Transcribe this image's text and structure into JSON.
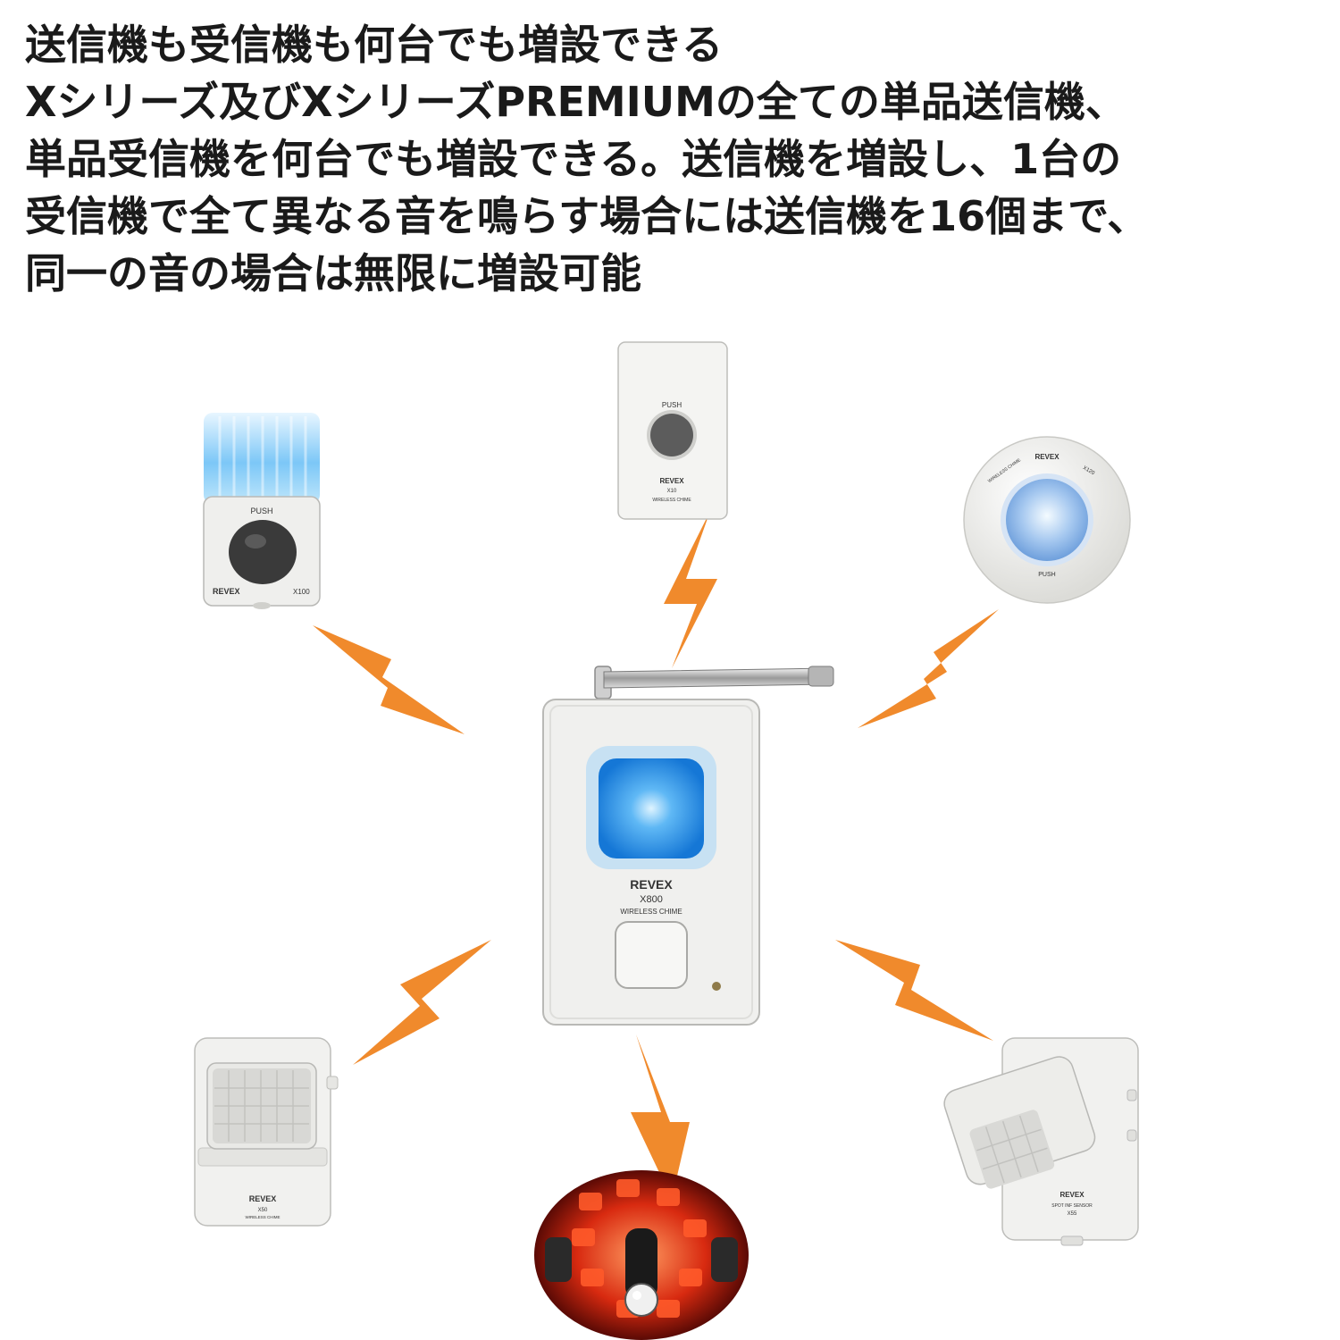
{
  "headline": {
    "line1": "送信機も受信機も何台でも増設できる",
    "line2": "Xシリーズ及びXシリーズPREMIUMの全ての単品送信機、",
    "line3": "単品受信機を何台でも増設できる。送信機を増設し、1台の",
    "line4": "受信機で全て異なる音を鳴らす場合には送信機を16個まで、",
    "line5": "同一の音の場合は無限に増設可能"
  },
  "receiver": {
    "brand": "REVEX",
    "model": "X800",
    "caption": "WIRELESS CHIME"
  },
  "devices": {
    "x100": {
      "push": "PUSH",
      "brand": "REVEX",
      "model": "X100"
    },
    "x10": {
      "push": "PUSH",
      "brand": "REVEX",
      "model": "X10",
      "caption": "WIRELESS CHIME"
    },
    "x120": {
      "brand": "REVEX",
      "ring_left": "WIRELESS CHIME",
      "ring_right": "X120",
      "push": "PUSH"
    },
    "x50": {
      "brand": "REVEX",
      "model": "X50",
      "caption": "WIRELESS CHIME"
    },
    "x55": {
      "brand": "REVEX",
      "caption": "SPOT INF SENSOR",
      "model": "X55"
    }
  },
  "colors": {
    "bolt": "#f08a2c",
    "led_blue": "#1e8be8",
    "red_light": "#e23a1a",
    "device_white": "#f2f2f0"
  }
}
